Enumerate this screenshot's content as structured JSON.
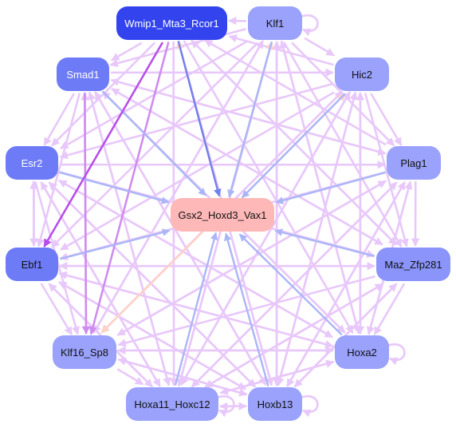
{
  "colors": {
    "edge_violet": "#e8c8fa",
    "edge_purple": "#cf8cf0",
    "edge_magenta": "#b84fe8",
    "edge_blue": "#aab6f7",
    "edge_indigo": "#7080ee",
    "edge_peach": "#ffd2c2"
  },
  "nodes": [
    {
      "id": "wmip1",
      "label": "Wmip1_Mta3_Rcor1",
      "color": "#3344ee",
      "text": "light"
    },
    {
      "id": "klf1",
      "label": "Klf1",
      "color": "#9aa2fb",
      "text": "dark"
    },
    {
      "id": "smad1",
      "label": "Smad1",
      "color": "#6e7bf6",
      "text": "light"
    },
    {
      "id": "hic2",
      "label": "Hic2",
      "color": "#9aa2fb",
      "text": "dark"
    },
    {
      "id": "esr2",
      "label": "Esr2",
      "color": "#6e7bf6",
      "text": "light"
    },
    {
      "id": "plag1",
      "label": "Plag1",
      "color": "#9aa2fb",
      "text": "dark"
    },
    {
      "id": "gsx2",
      "label": "Gsx2_Hoxd3_Vax1",
      "color": "#ffb8b8",
      "text": "dark"
    },
    {
      "id": "ebf1",
      "label": "Ebf1",
      "color": "#6e7bf6",
      "text": "dark"
    },
    {
      "id": "maz",
      "label": "Maz_Zfp281",
      "color": "#8a94fa",
      "text": "dark"
    },
    {
      "id": "klf16",
      "label": "Klf16_Sp8",
      "color": "#9aa2fb",
      "text": "dark"
    },
    {
      "id": "hoxa2",
      "label": "Hoxa2",
      "color": "#9aa2fb",
      "text": "dark"
    },
    {
      "id": "hoxa11",
      "label": "Hoxa11_Hoxc12",
      "color": "#9aa2fb",
      "text": "dark"
    },
    {
      "id": "hoxb13",
      "label": "Hoxb13",
      "color": "#9aa2fb",
      "text": "dark"
    }
  ],
  "edges": [
    {
      "source": "wmip1",
      "target": "gsx2",
      "color": "edge_indigo"
    },
    {
      "source": "klf1",
      "target": "gsx2",
      "color": "edge_blue"
    },
    {
      "source": "smad1",
      "target": "gsx2",
      "color": "edge_blue"
    },
    {
      "source": "esr2",
      "target": "gsx2",
      "color": "edge_blue"
    },
    {
      "source": "ebf1",
      "target": "gsx2",
      "color": "edge_blue"
    },
    {
      "source": "maz",
      "target": "gsx2",
      "color": "edge_blue"
    },
    {
      "source": "hoxa2",
      "target": "gsx2",
      "color": "edge_blue"
    },
    {
      "source": "hoxa11",
      "target": "gsx2",
      "color": "edge_blue"
    },
    {
      "source": "hoxb13",
      "target": "gsx2",
      "color": "edge_blue"
    },
    {
      "source": "plag1",
      "target": "gsx2",
      "color": "edge_blue"
    },
    {
      "source": "hic2",
      "target": "gsx2",
      "color": "edge_blue"
    },
    {
      "source": "gsx2",
      "target": "wmip1",
      "color": "edge_peach"
    },
    {
      "source": "gsx2",
      "target": "klf16",
      "color": "edge_peach"
    },
    {
      "source": "gsx2",
      "target": "hic2",
      "color": "edge_peach"
    },
    {
      "source": "gsx2",
      "target": "klf1",
      "color": "edge_peach"
    },
    {
      "source": "wmip1",
      "target": "ebf1",
      "color": "edge_magenta"
    },
    {
      "source": "wmip1",
      "target": "klf16",
      "color": "edge_purple"
    },
    {
      "source": "wmip1",
      "target": "smad1",
      "color": "edge_violet"
    },
    {
      "source": "wmip1",
      "target": "esr2",
      "color": "edge_violet"
    },
    {
      "source": "wmip1",
      "target": "hoxa11",
      "color": "edge_violet"
    },
    {
      "source": "wmip1",
      "target": "hoxb13",
      "color": "edge_violet"
    },
    {
      "source": "wmip1",
      "target": "hoxa2",
      "color": "edge_violet"
    },
    {
      "source": "wmip1",
      "target": "maz",
      "color": "edge_violet"
    },
    {
      "source": "klf1",
      "target": "wmip1",
      "color": "edge_violet"
    },
    {
      "source": "klf1",
      "target": "smad1",
      "color": "edge_violet"
    },
    {
      "source": "klf1",
      "target": "esr2",
      "color": "edge_violet"
    },
    {
      "source": "klf1",
      "target": "ebf1",
      "color": "edge_violet"
    },
    {
      "source": "klf1",
      "target": "klf16",
      "color": "edge_violet"
    },
    {
      "source": "klf1",
      "target": "hoxa11",
      "color": "edge_violet"
    },
    {
      "source": "klf1",
      "target": "hoxb13",
      "color": "edge_violet"
    },
    {
      "source": "klf1",
      "target": "hoxa2",
      "color": "edge_violet"
    },
    {
      "source": "klf1",
      "target": "maz",
      "color": "edge_violet"
    },
    {
      "source": "klf1",
      "target": "plag1",
      "color": "edge_violet"
    },
    {
      "source": "klf1",
      "target": "hic2",
      "color": "edge_violet"
    },
    {
      "source": "smad1",
      "target": "hic2",
      "color": "edge_violet"
    },
    {
      "source": "smad1",
      "target": "plag1",
      "color": "edge_violet"
    },
    {
      "source": "smad1",
      "target": "maz",
      "color": "edge_violet"
    },
    {
      "source": "smad1",
      "target": "hoxa2",
      "color": "edge_violet"
    },
    {
      "source": "smad1",
      "target": "hoxb13",
      "color": "edge_violet"
    },
    {
      "source": "smad1",
      "target": "hoxa11",
      "color": "edge_violet"
    },
    {
      "source": "smad1",
      "target": "klf16",
      "color": "edge_purple"
    },
    {
      "source": "smad1",
      "target": "ebf1",
      "color": "edge_violet"
    },
    {
      "source": "smad1",
      "target": "esr2",
      "color": "edge_violet"
    },
    {
      "source": "hic2",
      "target": "wmip1",
      "color": "edge_violet"
    },
    {
      "source": "hic2",
      "target": "esr2",
      "color": "edge_violet"
    },
    {
      "source": "hic2",
      "target": "ebf1",
      "color": "edge_violet"
    },
    {
      "source": "hic2",
      "target": "klf16",
      "color": "edge_violet"
    },
    {
      "source": "hic2",
      "target": "hoxa11",
      "color": "edge_violet"
    },
    {
      "source": "hic2",
      "target": "hoxb13",
      "color": "edge_violet"
    },
    {
      "source": "hic2",
      "target": "hoxa2",
      "color": "edge_violet"
    },
    {
      "source": "hic2",
      "target": "maz",
      "color": "edge_violet"
    },
    {
      "source": "hic2",
      "target": "plag1",
      "color": "edge_violet"
    },
    {
      "source": "esr2",
      "target": "plag1",
      "color": "edge_violet"
    },
    {
      "source": "esr2",
      "target": "maz",
      "color": "edge_violet"
    },
    {
      "source": "esr2",
      "target": "hoxa2",
      "color": "edge_violet"
    },
    {
      "source": "esr2",
      "target": "hoxb13",
      "color": "edge_violet"
    },
    {
      "source": "esr2",
      "target": "hoxa11",
      "color": "edge_violet"
    },
    {
      "source": "esr2",
      "target": "klf16",
      "color": "edge_violet"
    },
    {
      "source": "esr2",
      "target": "ebf1",
      "color": "edge_violet"
    },
    {
      "source": "plag1",
      "target": "smad1",
      "color": "edge_violet"
    },
    {
      "source": "plag1",
      "target": "ebf1",
      "color": "edge_violet"
    },
    {
      "source": "plag1",
      "target": "klf16",
      "color": "edge_violet"
    },
    {
      "source": "plag1",
      "target": "hoxa11",
      "color": "edge_violet"
    },
    {
      "source": "plag1",
      "target": "hoxb13",
      "color": "edge_violet"
    },
    {
      "source": "plag1",
      "target": "hoxa2",
      "color": "edge_violet"
    },
    {
      "source": "plag1",
      "target": "maz",
      "color": "edge_violet"
    },
    {
      "source": "plag1",
      "target": "wmip1",
      "color": "edge_violet"
    },
    {
      "source": "ebf1",
      "target": "maz",
      "color": "edge_violet"
    },
    {
      "source": "ebf1",
      "target": "hoxa2",
      "color": "edge_violet"
    },
    {
      "source": "ebf1",
      "target": "hoxb13",
      "color": "edge_violet"
    },
    {
      "source": "ebf1",
      "target": "hoxa11",
      "color": "edge_violet"
    },
    {
      "source": "ebf1",
      "target": "klf16",
      "color": "edge_violet"
    },
    {
      "source": "ebf1",
      "target": "esr2",
      "color": "edge_violet"
    },
    {
      "source": "maz",
      "target": "klf16",
      "color": "edge_violet"
    },
    {
      "source": "maz",
      "target": "hoxa11",
      "color": "edge_violet"
    },
    {
      "source": "maz",
      "target": "hoxb13",
      "color": "edge_violet"
    },
    {
      "source": "maz",
      "target": "hoxa2",
      "color": "edge_violet"
    },
    {
      "source": "maz",
      "target": "smad1",
      "color": "edge_violet"
    },
    {
      "source": "maz",
      "target": "wmip1",
      "color": "edge_violet"
    },
    {
      "source": "maz",
      "target": "ebf1",
      "color": "edge_violet"
    },
    {
      "source": "klf16",
      "target": "hoxa2",
      "color": "edge_violet"
    },
    {
      "source": "klf16",
      "target": "hoxb13",
      "color": "edge_violet"
    },
    {
      "source": "klf16",
      "target": "hoxa11",
      "color": "edge_violet"
    },
    {
      "source": "klf16",
      "target": "plag1",
      "color": "edge_violet"
    },
    {
      "source": "klf16",
      "target": "hic2",
      "color": "edge_violet"
    },
    {
      "source": "klf16",
      "target": "smad1",
      "color": "edge_violet"
    },
    {
      "source": "klf16",
      "target": "klf1",
      "color": "edge_violet"
    },
    {
      "source": "hoxa2",
      "target": "klf16",
      "color": "edge_violet"
    },
    {
      "source": "hoxa2",
      "target": "hoxa11",
      "color": "edge_violet"
    },
    {
      "source": "hoxa2",
      "target": "ebf1",
      "color": "edge_violet"
    },
    {
      "source": "hoxa2",
      "target": "esr2",
      "color": "edge_violet"
    },
    {
      "source": "hoxa2",
      "target": "smad1",
      "color": "edge_violet"
    },
    {
      "source": "hoxa2",
      "target": "klf1",
      "color": "edge_violet"
    },
    {
      "source": "hoxa2",
      "target": "hic2",
      "color": "edge_violet"
    },
    {
      "source": "hoxa2",
      "target": "plag1",
      "color": "edge_violet"
    },
    {
      "source": "hoxa11",
      "target": "hoxb13",
      "color": "edge_violet"
    },
    {
      "source": "hoxa11",
      "target": "hoxa2",
      "color": "edge_violet"
    },
    {
      "source": "hoxa11",
      "target": "maz",
      "color": "edge_violet"
    },
    {
      "source": "hoxa11",
      "target": "plag1",
      "color": "edge_violet"
    },
    {
      "source": "hoxa11",
      "target": "hic2",
      "color": "edge_violet"
    },
    {
      "source": "hoxa11",
      "target": "klf1",
      "color": "edge_violet"
    },
    {
      "source": "hoxa11",
      "target": "smad1",
      "color": "edge_violet"
    },
    {
      "source": "hoxa11",
      "target": "esr2",
      "color": "edge_violet"
    },
    {
      "source": "hoxa11",
      "target": "ebf1",
      "color": "edge_violet"
    },
    {
      "source": "hoxb13",
      "target": "hoxa11",
      "color": "edge_violet"
    },
    {
      "source": "hoxb13",
      "target": "klf16",
      "color": "edge_violet"
    },
    {
      "source": "hoxb13",
      "target": "ebf1",
      "color": "edge_violet"
    },
    {
      "source": "hoxb13",
      "target": "esr2",
      "color": "edge_violet"
    },
    {
      "source": "hoxb13",
      "target": "smad1",
      "color": "edge_violet"
    },
    {
      "source": "hoxb13",
      "target": "wmip1",
      "color": "edge_violet"
    },
    {
      "source": "hoxb13",
      "target": "klf1",
      "color": "edge_violet"
    },
    {
      "source": "hoxb13",
      "target": "hic2",
      "color": "edge_violet"
    },
    {
      "source": "hoxb13",
      "target": "plag1",
      "color": "edge_violet"
    },
    {
      "source": "hoxb13",
      "target": "maz",
      "color": "edge_violet"
    }
  ],
  "self_loops": [
    {
      "node": "klf1",
      "color": "edge_violet"
    },
    {
      "node": "hoxa2",
      "color": "edge_violet"
    },
    {
      "node": "hoxb13",
      "color": "edge_violet"
    },
    {
      "node": "hoxa11",
      "color": "edge_violet"
    }
  ]
}
